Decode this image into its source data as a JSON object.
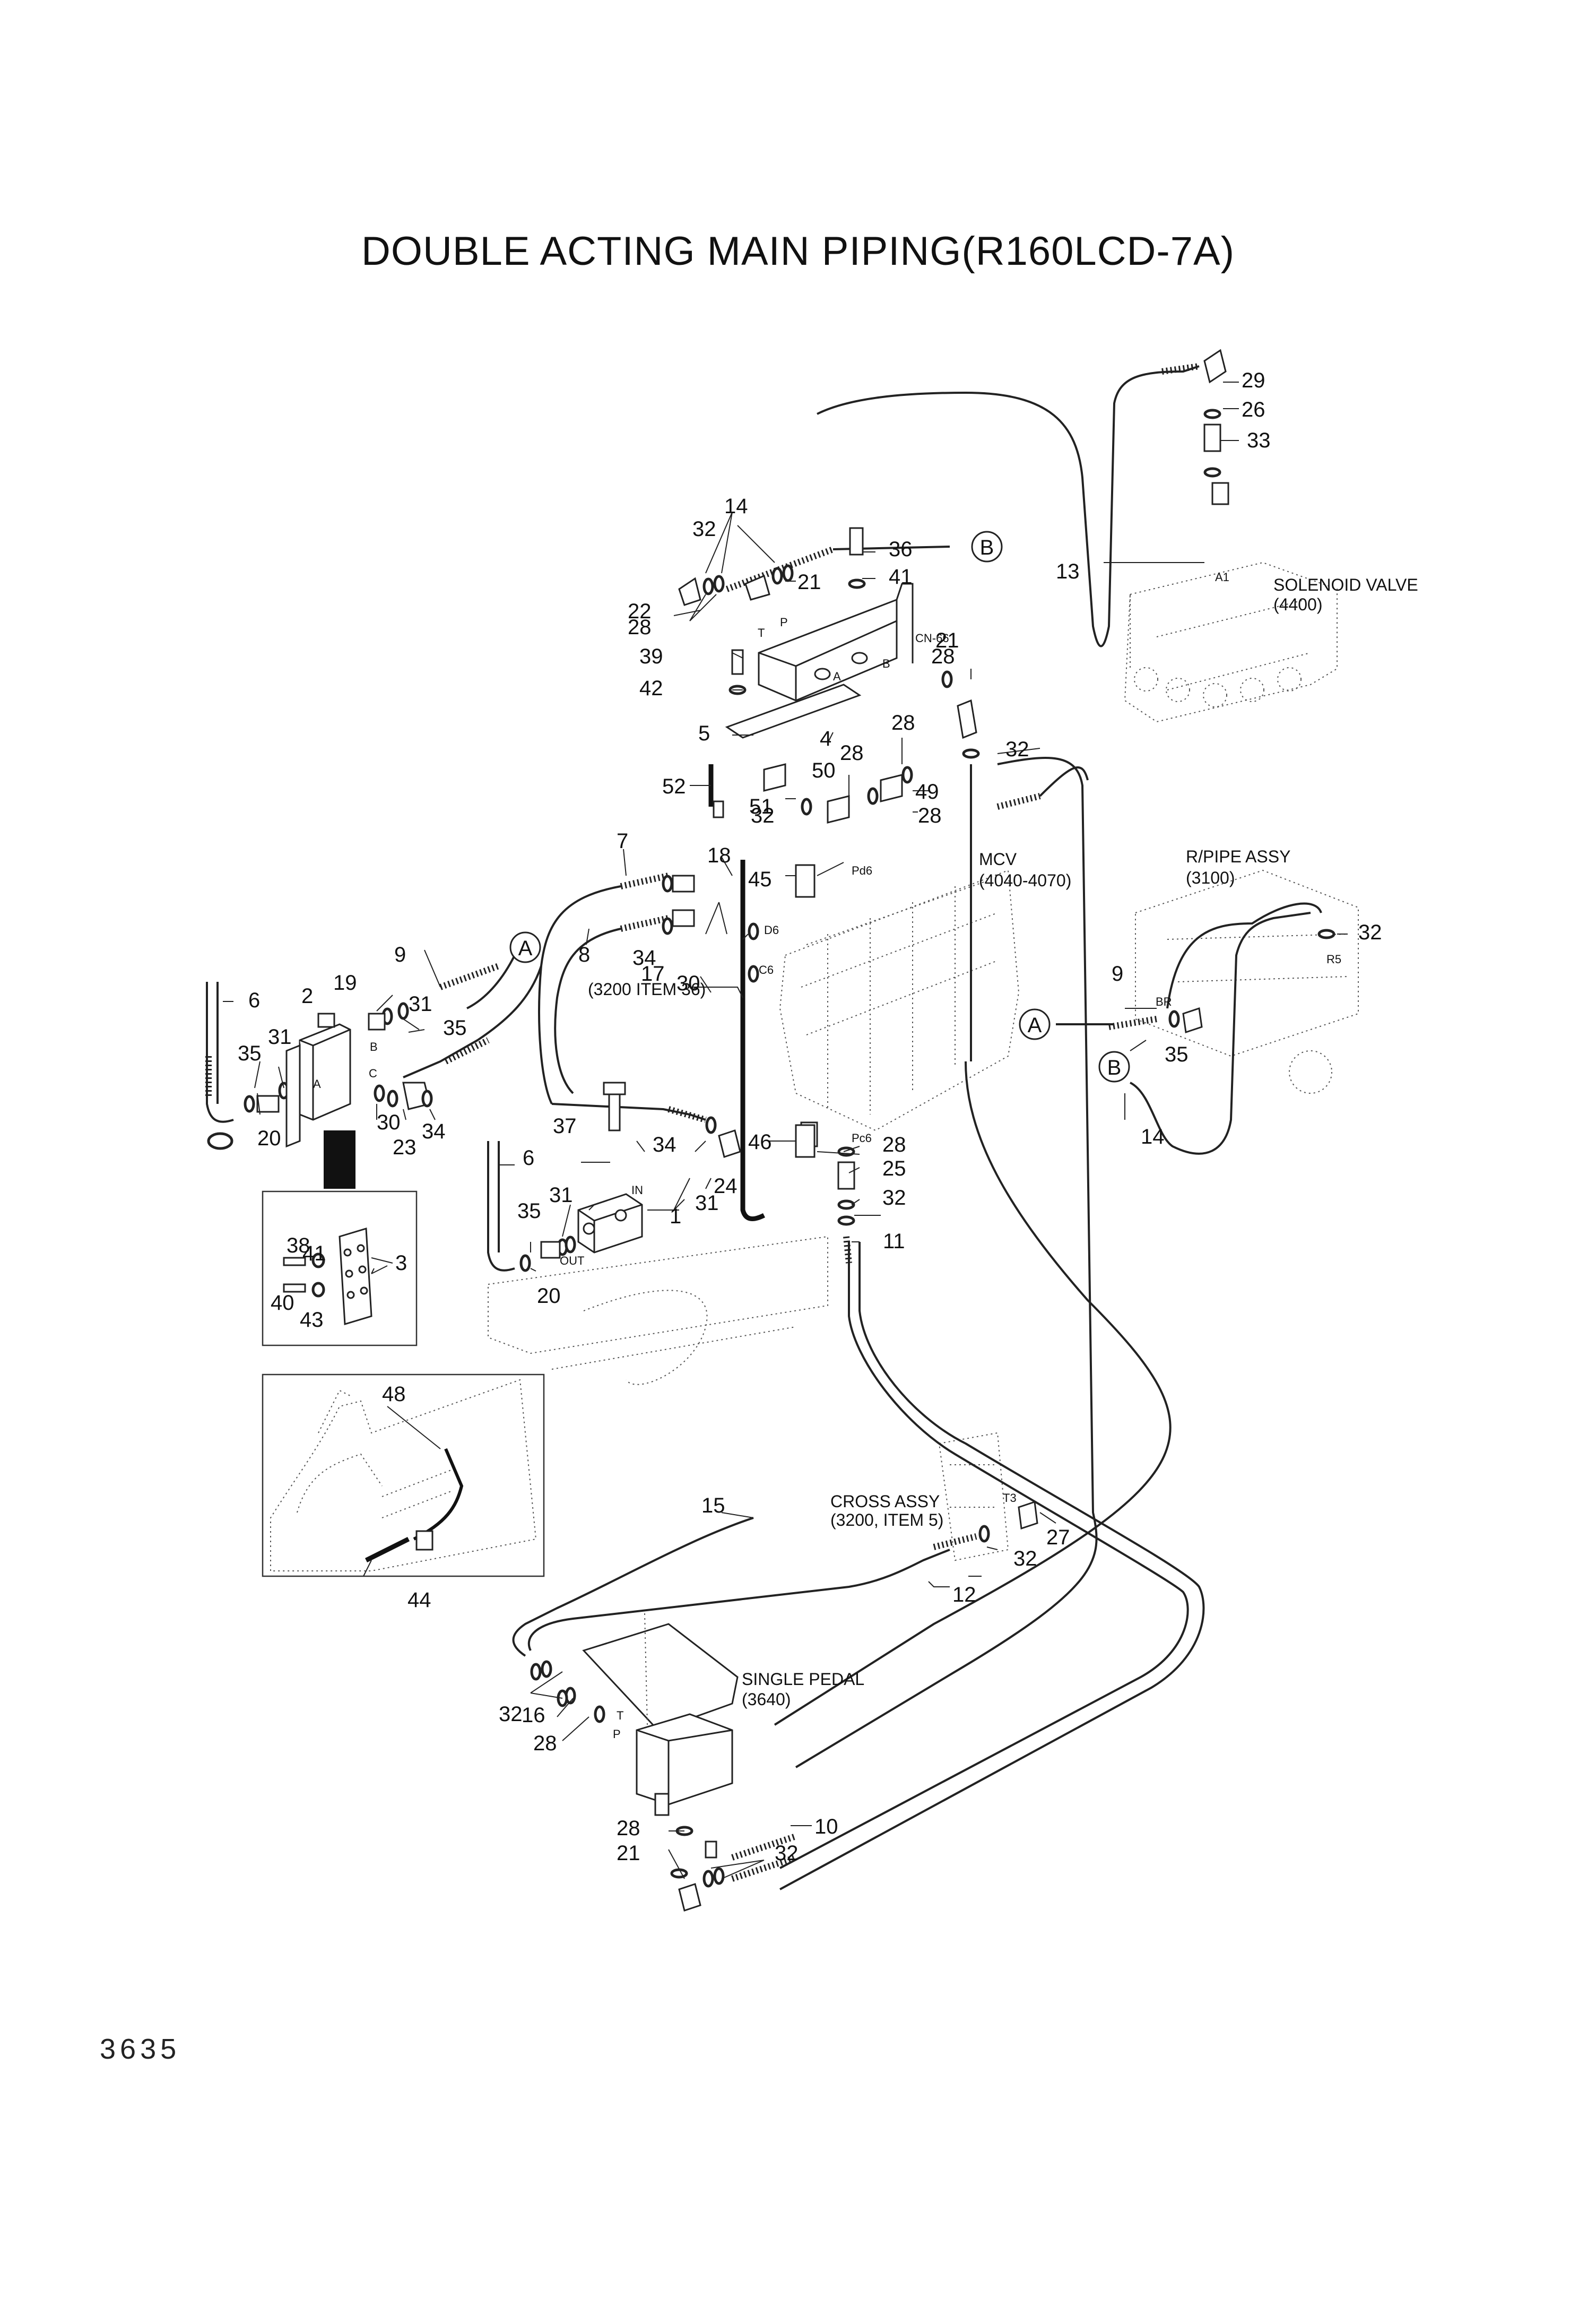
{
  "title": "DOUBLE ACTING MAIN PIPING(R160LCD-7A)",
  "page_number": "3635",
  "assemblies": {
    "solenoid_valve": [
      "SOLENOID VALVE",
      "(4400)"
    ],
    "mcv": [
      "MCV",
      "(4040-4070)"
    ],
    "r_pipe_assy": [
      "R/PIPE ASSY",
      "(3100)"
    ],
    "cross_assy": [
      "CROSS ASSY",
      "(3200, ITEM 5)"
    ],
    "single_pedal": [
      "SINGLE PEDAL",
      "(3640)"
    ],
    "ref_3200_item_36": "(3200 ITEM 36)"
  },
  "connectors": [
    "A",
    "B"
  ],
  "port_labels": [
    "P",
    "T",
    "A",
    "B",
    "CN-66",
    "A1",
    "Pd6",
    "D6",
    "C6",
    "Pc6",
    "BR",
    "R5",
    "T3",
    "IN",
    "OUT",
    "C"
  ],
  "part_numbers": [
    "1",
    "2",
    "3",
    "4",
    "5",
    "6",
    "7",
    "8",
    "9",
    "10",
    "11",
    "12",
    "13",
    "14",
    "15",
    "16",
    "17",
    "18",
    "19",
    "20",
    "21",
    "22",
    "23",
    "24",
    "25",
    "26",
    "27",
    "28",
    "29",
    "30",
    "31",
    "32",
    "33",
    "34",
    "35",
    "36",
    "37",
    "38",
    "39",
    "40",
    "41",
    "42",
    "43",
    "44",
    "45",
    "46",
    "48",
    "49",
    "50",
    "51",
    "52"
  ]
}
